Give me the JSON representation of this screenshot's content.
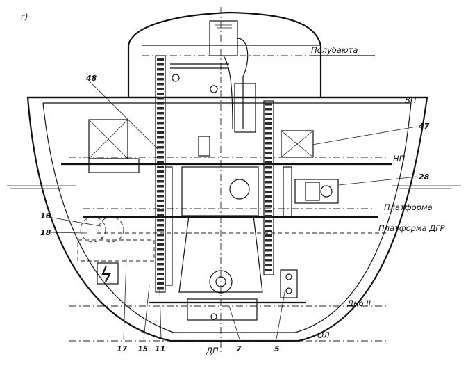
{
  "figure_label": "г)",
  "levels": {
    "poop_deck": "Полубаюта",
    "waterline": "ВП",
    "lower_deck": "НП",
    "platform": "Платформа",
    "platform_dgr": "Платформа ДГР",
    "double_bottom": "Дно II",
    "baseline": "ОЛ",
    "centerline": "ДП"
  },
  "callouts": {
    "c48": "48",
    "c47": "47",
    "c28": "28",
    "c16": "16",
    "c18": "18",
    "c17": "17",
    "c15": "15",
    "c11": "11",
    "c7": "7",
    "c5": "5"
  }
}
